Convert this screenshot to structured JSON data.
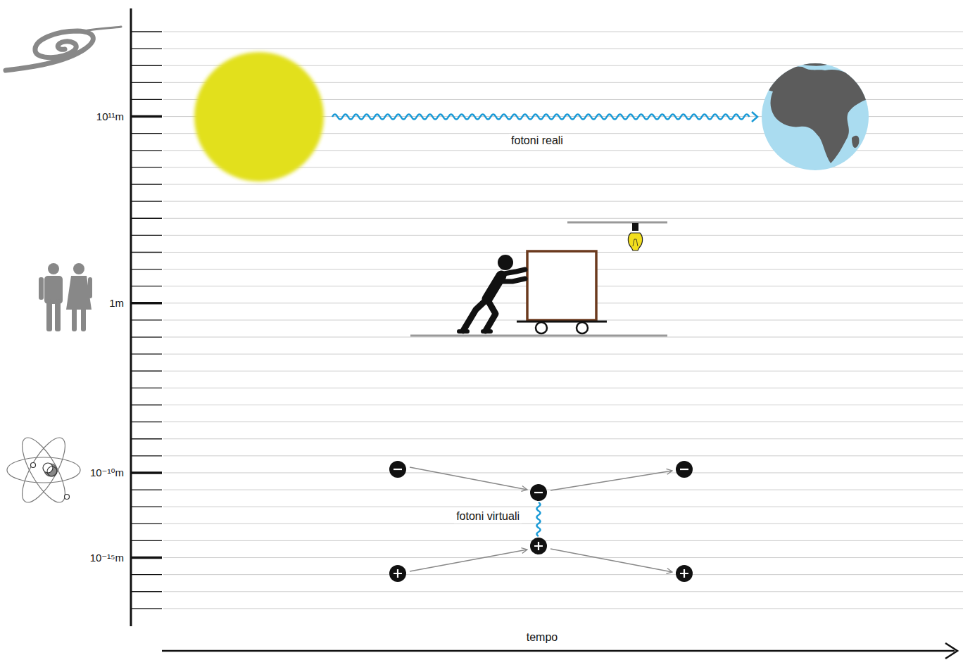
{
  "diagram": {
    "labels": [
      "10¹¹m",
      "1m",
      "10⁻¹⁰m",
      "10⁻¹⁵m",
      "fotoni reali",
      "fotoni virtuali",
      "tempo"
    ]
  }
}
